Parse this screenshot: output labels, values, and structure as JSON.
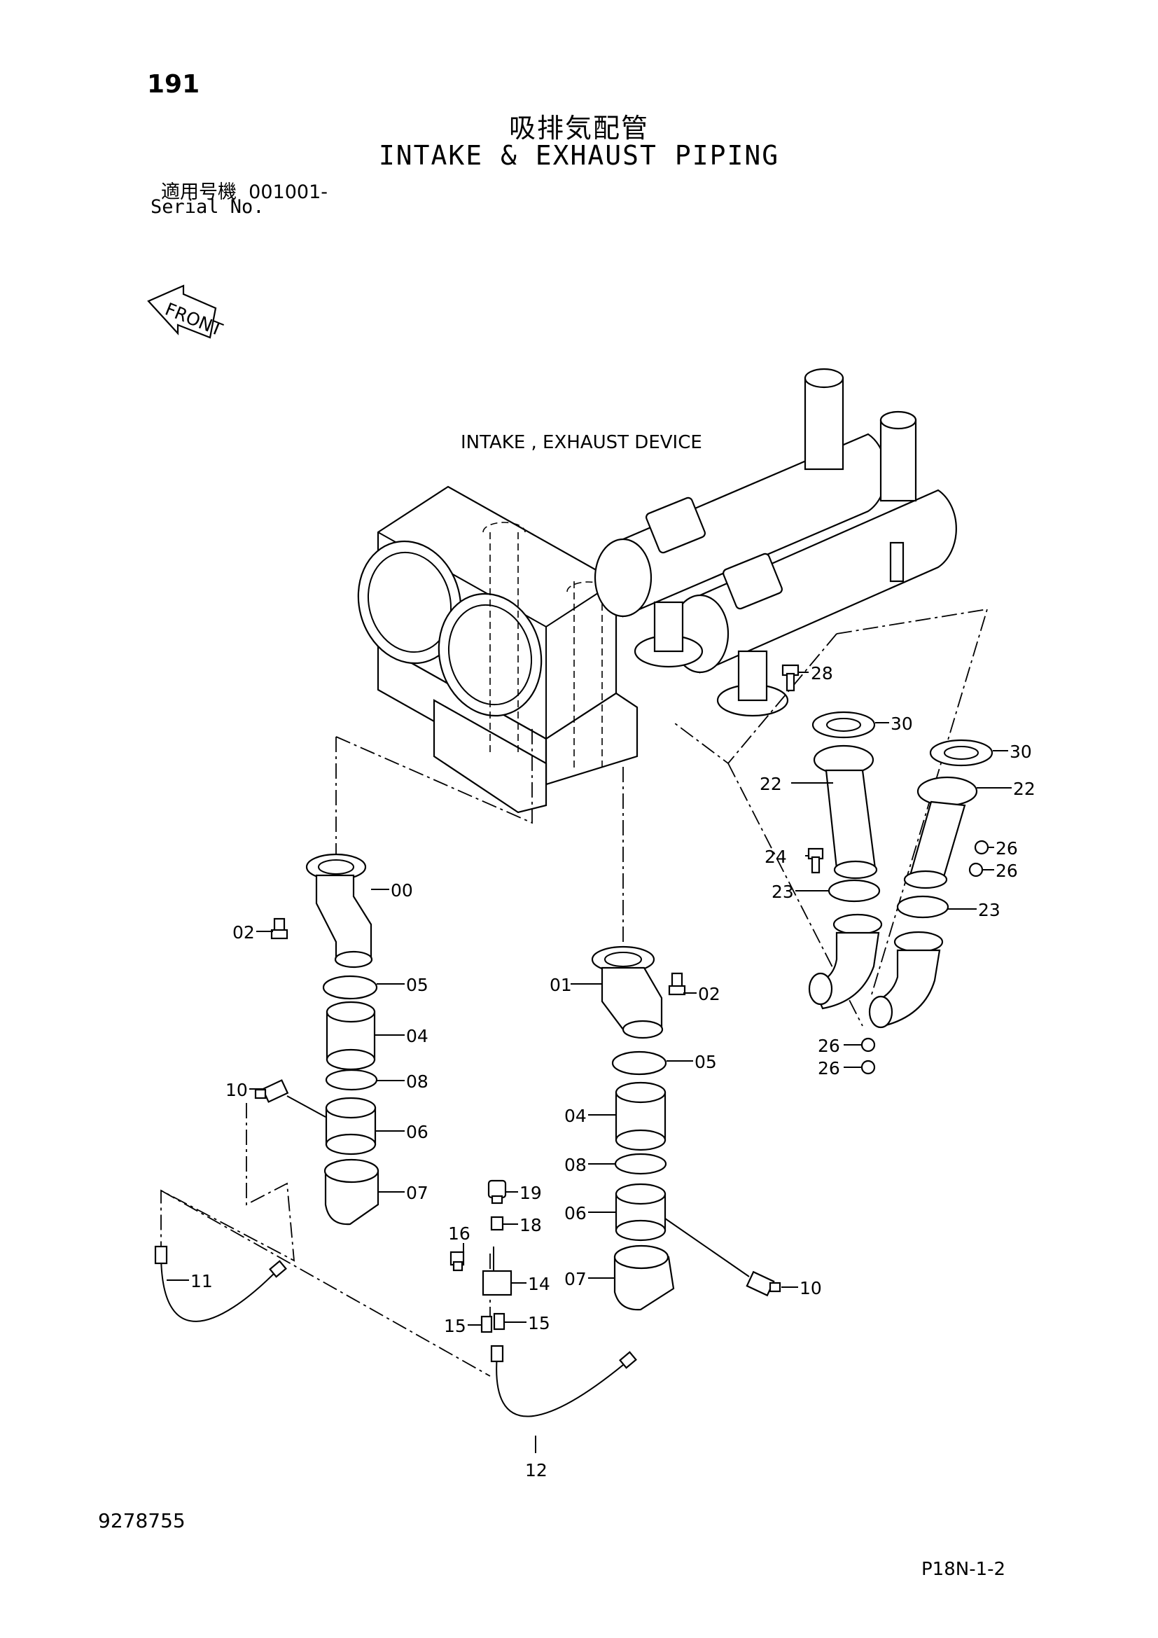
{
  "header": {
    "page_number": "191",
    "title_ja": "吸排気配管",
    "title_en": "INTAKE & EXHAUST PIPING",
    "serial_label_ja": "適用号機",
    "serial_value": "001001-",
    "serial_label_en": "Serial No."
  },
  "diagram": {
    "front_label": "FRONT",
    "device_label": "INTAKE , EXHAUST DEVICE",
    "callouts": [
      "00",
      "01",
      "02",
      "02",
      "04",
      "04",
      "05",
      "05",
      "06",
      "06",
      "07",
      "07",
      "08",
      "08",
      "10",
      "10",
      "11",
      "12",
      "14",
      "15",
      "15",
      "16",
      "18",
      "19",
      "22",
      "22",
      "23",
      "23",
      "24",
      "26",
      "26",
      "26",
      "26",
      "28",
      "30",
      "30"
    ]
  },
  "footer": {
    "catalog_number": "9278755",
    "page_code": "P18N-1-2"
  }
}
